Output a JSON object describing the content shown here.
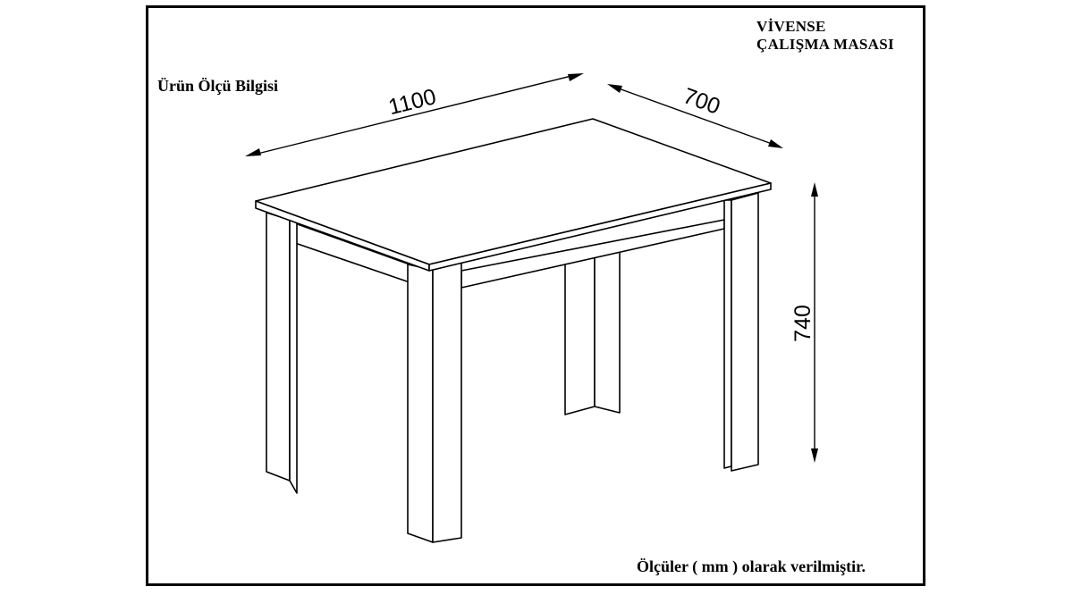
{
  "brand": {
    "name": "VİVENSE",
    "product": "ÇALIŞMA MASASI"
  },
  "info_title": "Ürün Ölçü Bilgisi",
  "dimensions": {
    "width": "1100",
    "depth": "700",
    "height": "740"
  },
  "footnote": "Ölçüler ( mm ) olarak verilmiştir."
}
